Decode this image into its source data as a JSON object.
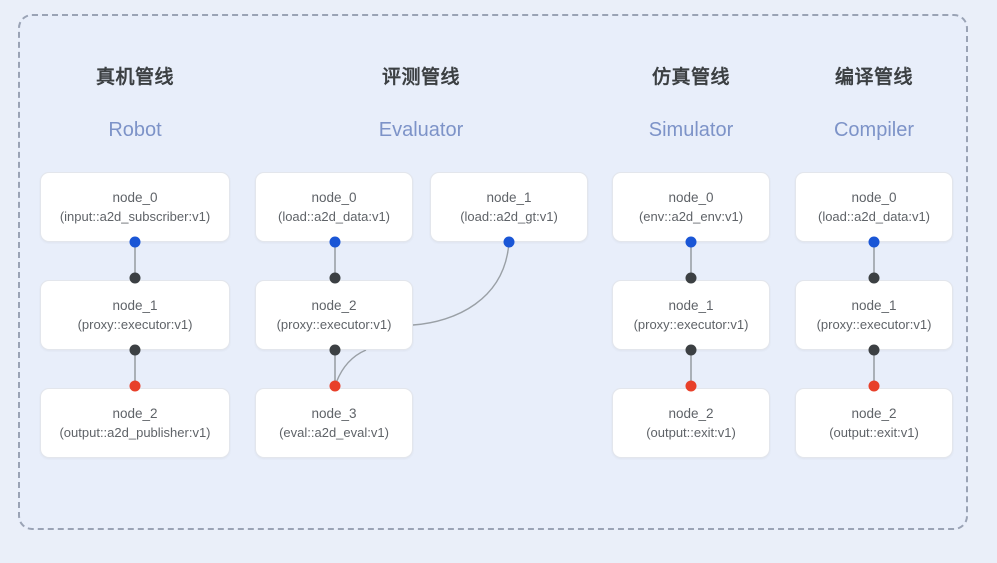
{
  "panel": {
    "background_color": "#e8eefa",
    "border_color": "#9aa3b5",
    "page_background": "#eaeff9"
  },
  "palette": {
    "output_port": "#1a56d6",
    "mid_port": "#3c4043",
    "input_port": "#e8402a",
    "edge_line": "#9aa0a6",
    "card_bg": "#ffffff",
    "card_border": "#e3e6ec",
    "title_color": "#3c4043",
    "subtitle_color": "#7d93c8",
    "node_text_color": "#5f6368"
  },
  "columns": [
    {
      "title": "真机管线",
      "subtitle": "Robot",
      "nodes": [
        {
          "name": "node_0",
          "spec": "(input::a2d_subscriber:v1)"
        },
        {
          "name": "node_1",
          "spec": "(proxy::executor:v1)"
        },
        {
          "name": "node_2",
          "spec": "(output::a2d_publisher:v1)"
        }
      ]
    },
    {
      "title": "评测管线",
      "subtitle": "Evaluator",
      "nodes": [
        {
          "name": "node_0",
          "spec": "(load::a2d_data:v1)"
        },
        {
          "name": "node_1",
          "spec": "(load::a2d_gt:v1)"
        },
        {
          "name": "node_2",
          "spec": "(proxy::executor:v1)"
        },
        {
          "name": "node_3",
          "spec": "(eval::a2d_eval:v1)"
        }
      ]
    },
    {
      "title": "仿真管线",
      "subtitle": "Simulator",
      "nodes": [
        {
          "name": "node_0",
          "spec": "(env::a2d_env:v1)"
        },
        {
          "name": "node_1",
          "spec": "(proxy::executor:v1)"
        },
        {
          "name": "node_2",
          "spec": "(output::exit:v1)"
        }
      ]
    },
    {
      "title": "编译管线",
      "subtitle": "Compiler",
      "nodes": [
        {
          "name": "node_0",
          "spec": "(load::a2d_data:v1)"
        },
        {
          "name": "node_1",
          "spec": "(proxy::executor:v1)"
        },
        {
          "name": "node_2",
          "spec": "(output::exit:v1)"
        }
      ]
    }
  ]
}
